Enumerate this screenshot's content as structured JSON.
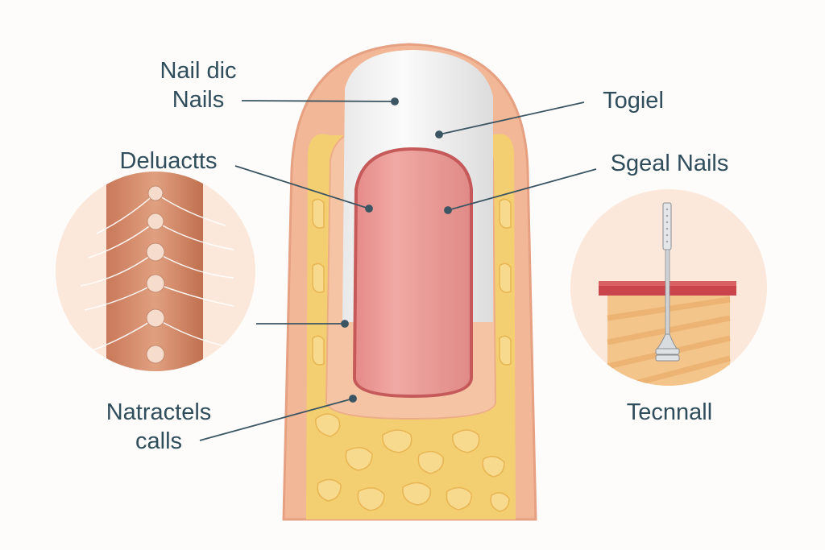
{
  "labels": {
    "nail_dic": "Nail dic",
    "nails": "Nails",
    "deluactts": "Deluactts",
    "natractels": "Natractels",
    "calls": "calls",
    "togiel": "Togiel",
    "sgeal_nails": "Sgeal Nails",
    "tecnnall": "Tecnnall"
  },
  "colors": {
    "text": "#2f4d5b",
    "skin": "#f2b796",
    "skin_edge": "#e6a082",
    "fat": "#f3cf72",
    "nail_pink": "#e8928e",
    "nail_edge": "#c65a5a",
    "circle_bg": "#fbe8da"
  }
}
